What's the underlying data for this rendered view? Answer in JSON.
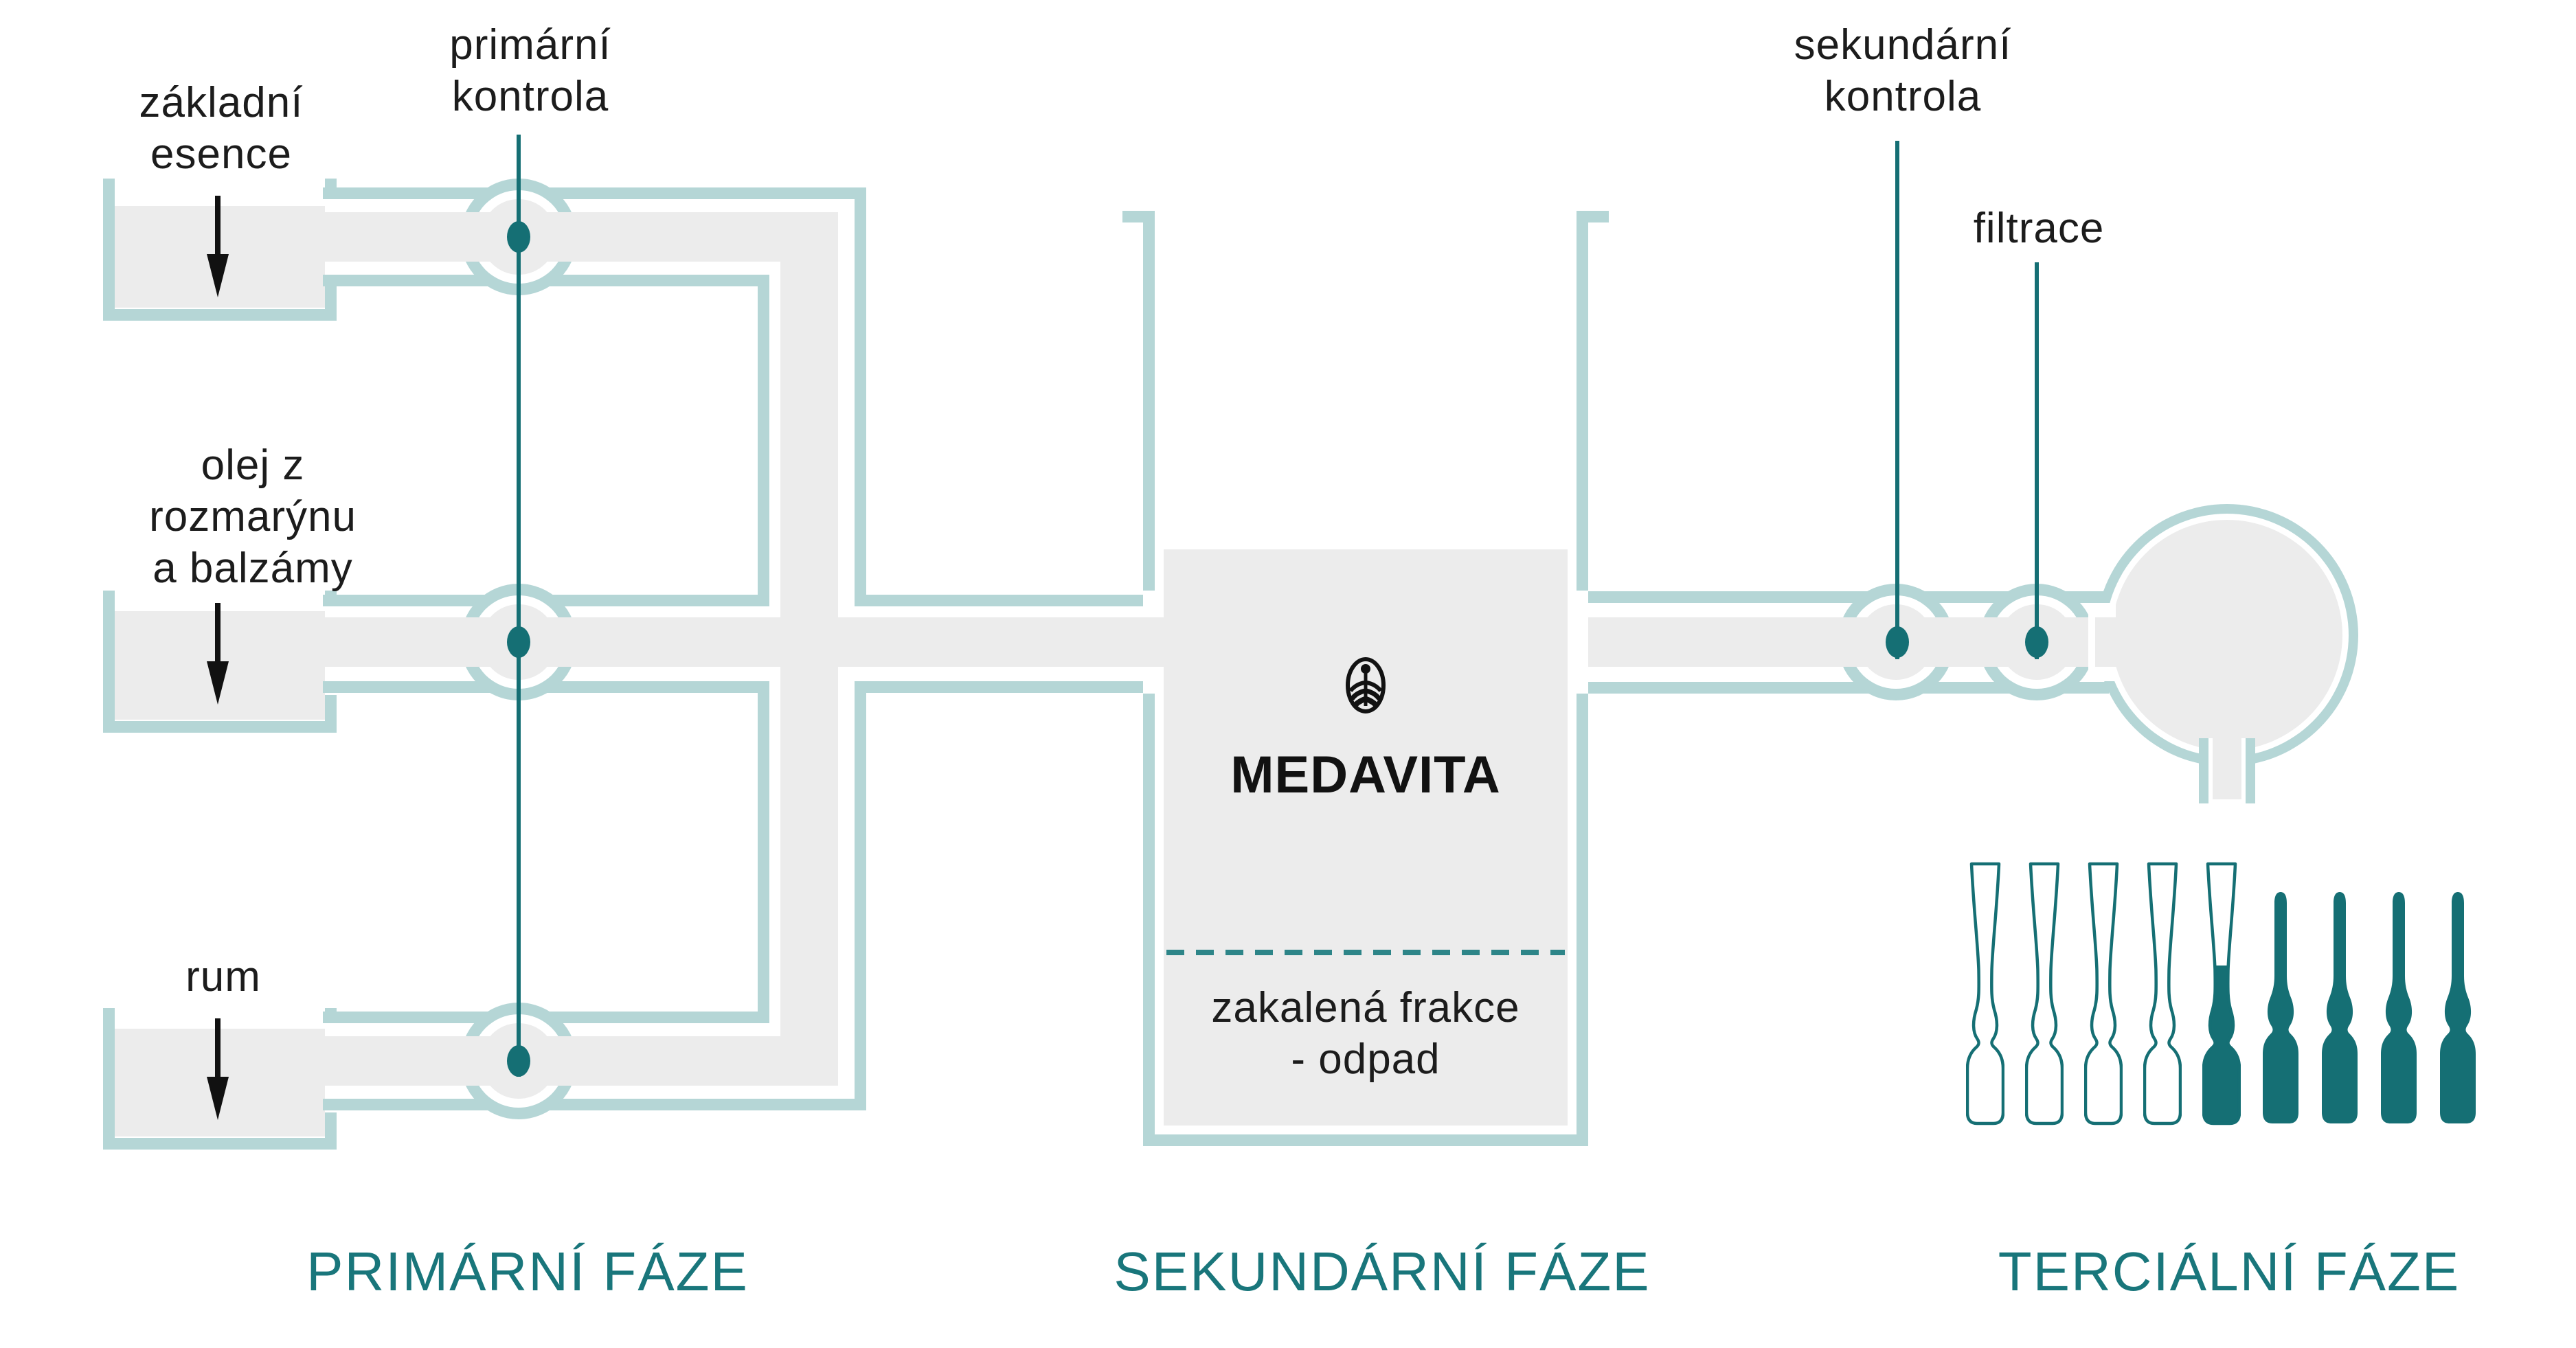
{
  "diagram": {
    "brand": {
      "name": "MEDAVITA",
      "logo_icon": "medavita-tree-oval-icon"
    },
    "colors": {
      "pipe_border_light_teal": "#b5d6d6",
      "fill_gray": "#ececec",
      "accent_dark_teal": "#156f74",
      "phase_text_teal": "#19767b",
      "text_black": "#1c1c1c"
    },
    "primary_phase": {
      "label": "PRIMÁRNÍ FÁZE",
      "control_label": "primární\nkontrola",
      "inputs": [
        {
          "label": "základní\nesence"
        },
        {
          "label": "olej z\nrozmarýnu\na balzámy"
        },
        {
          "label": "rum"
        }
      ]
    },
    "secondary_phase": {
      "label": "SEKUNDÁRNÍ FÁZE",
      "tank_note": "zakalená frakce\n- odpad"
    },
    "tertiary_phase": {
      "label": "TERCIÁLNÍ FÁZE",
      "control_label": "sekundární\nkontrola",
      "filter_label": "filtrace",
      "ampoules": [
        {
          "state": "empty"
        },
        {
          "state": "empty"
        },
        {
          "state": "empty"
        },
        {
          "state": "empty"
        },
        {
          "state": "partial"
        },
        {
          "state": "filled"
        },
        {
          "state": "filled"
        },
        {
          "state": "filled"
        },
        {
          "state": "filled"
        }
      ]
    }
  }
}
